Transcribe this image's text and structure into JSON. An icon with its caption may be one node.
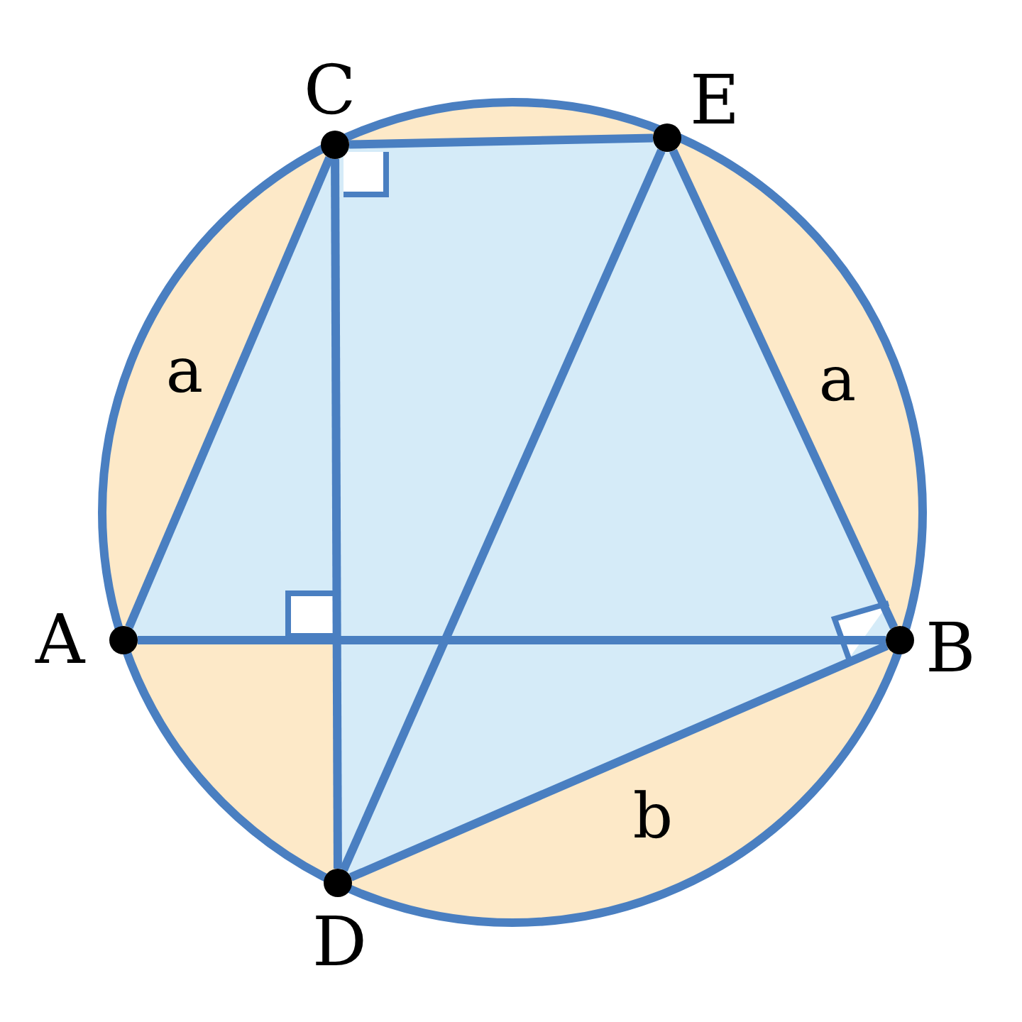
{
  "diagram": {
    "nodes": [
      {
        "text": [
          "C"
        ]
      },
      {
        "text": [
          "E"
        ]
      },
      {
        "text": [
          "A"
        ]
      },
      {
        "text": [
          "B"
        ]
      },
      {
        "text": [
          "D"
        ]
      }
    ],
    "edges": [
      {
        "from": 2,
        "to": 0,
        "arrow": "none",
        "label": "a"
      },
      {
        "from": 0,
        "to": 1,
        "arrow": "none"
      },
      {
        "from": 1,
        "to": 3,
        "arrow": "none",
        "label": "a"
      },
      {
        "from": 2,
        "to": 3,
        "arrow": "none"
      },
      {
        "from": 0,
        "to": 4,
        "arrow": "none"
      },
      {
        "from": 1,
        "to": 4,
        "arrow": "none"
      },
      {
        "from": 4,
        "to": 3,
        "arrow": "none",
        "label": "b"
      }
    ]
  }
}
